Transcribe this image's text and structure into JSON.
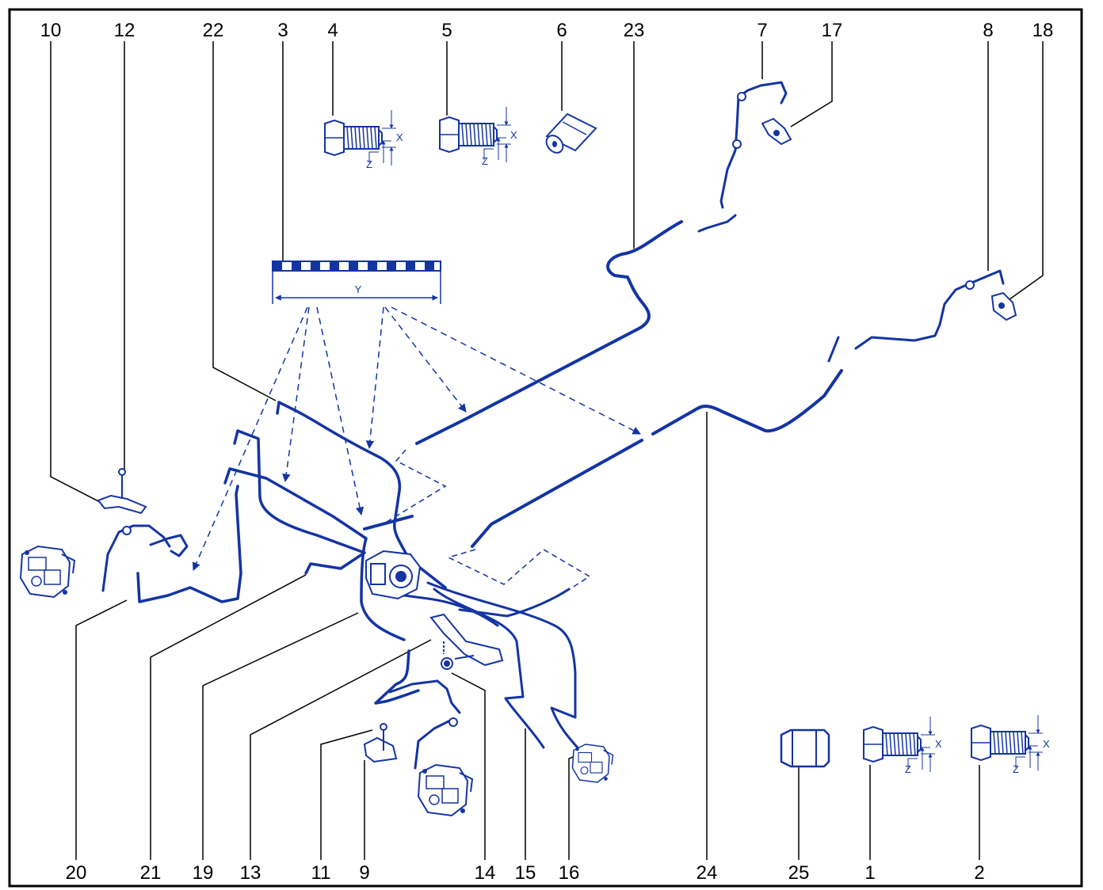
{
  "colors": {
    "frame": "#000000",
    "part": "#1434a4",
    "part_fill": "#ffffff",
    "callout_text": "#000000"
  },
  "callouts_top": [
    "10",
    "12",
    "22",
    "3",
    "4",
    "5",
    "6",
    "23",
    "7",
    "17",
    "8",
    "18"
  ],
  "callouts_bottom": [
    "20",
    "21",
    "19",
    "13",
    "11",
    "9",
    "14",
    "15",
    "16",
    "24",
    "25",
    "1",
    "2"
  ],
  "dimension_labels": {
    "x": "X",
    "z": "Z",
    "y": "Y"
  }
}
